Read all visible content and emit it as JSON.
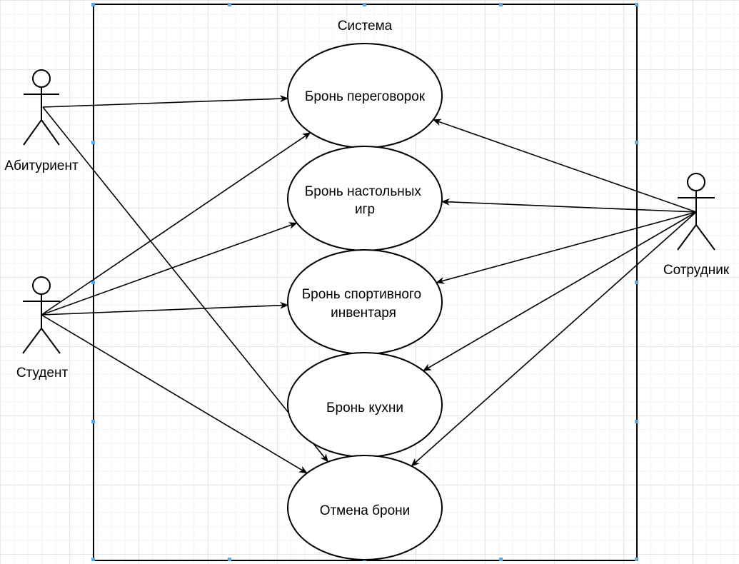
{
  "system": {
    "label": "Система"
  },
  "actors": [
    {
      "id": "applicant",
      "label": "Абитуриент"
    },
    {
      "id": "student",
      "label": "Студент"
    },
    {
      "id": "employee",
      "label": "Сотрудник"
    }
  ],
  "use_cases": [
    {
      "id": "uc1",
      "lines": [
        "Бронь переговорок"
      ]
    },
    {
      "id": "uc2",
      "lines": [
        "Бронь настольных",
        "игр"
      ]
    },
    {
      "id": "uc3",
      "lines": [
        "Бронь спортивного",
        "инвентаря"
      ]
    },
    {
      "id": "uc4",
      "lines": [
        "Бронь кухни"
      ]
    },
    {
      "id": "uc5",
      "lines": [
        "Отмена брони"
      ]
    }
  ],
  "associations": [
    {
      "from": "applicant",
      "to": "uc1"
    },
    {
      "from": "applicant",
      "to": "uc5"
    },
    {
      "from": "student",
      "to": "uc1"
    },
    {
      "from": "student",
      "to": "uc2"
    },
    {
      "from": "student",
      "to": "uc3"
    },
    {
      "from": "student",
      "to": "uc5"
    },
    {
      "from": "employee",
      "to": "uc1"
    },
    {
      "from": "employee",
      "to": "uc2"
    },
    {
      "from": "employee",
      "to": "uc3"
    },
    {
      "from": "employee",
      "to": "uc4"
    },
    {
      "from": "employee",
      "to": "uc5"
    }
  ]
}
